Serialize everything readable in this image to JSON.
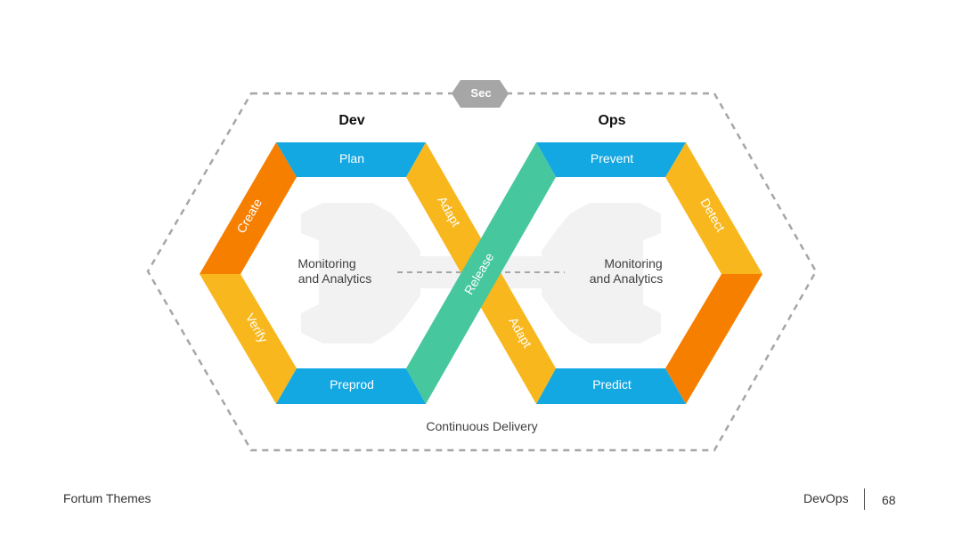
{
  "diagram": {
    "sec_label": "Sec",
    "dev_title": "Dev",
    "ops_title": "Ops",
    "dev_center": [
      "Monitoring",
      "and Analytics"
    ],
    "ops_center": [
      "Monitoring",
      "and Analytics"
    ],
    "continuous_delivery": "Continuous Delivery",
    "segments": {
      "plan": "Plan",
      "create": "Create",
      "verify": "Verify",
      "preprod": "Preprod",
      "adapt_top": "Adapt",
      "adapt_bottom": "Adapt",
      "release": "Release",
      "prevent": "Prevent",
      "detect": "Detect",
      "predict": "Predict"
    },
    "colors": {
      "blue": "#13A8E2",
      "orange": "#F77F00",
      "yellow": "#F7B71D",
      "green": "#47C79D",
      "sec_badge": "#A6A6A6",
      "dashed": "#A6A6A6",
      "gear": "#F2F2F2"
    }
  },
  "footer": {
    "left": "Fortum Themes",
    "right": "DevOps",
    "page_number": "68"
  }
}
